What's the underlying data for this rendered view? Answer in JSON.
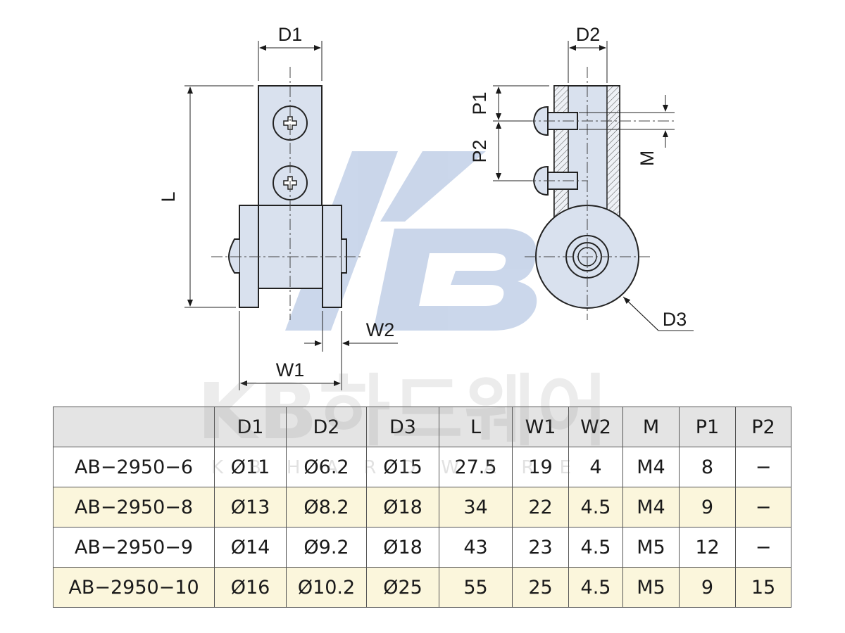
{
  "dimension_labels": {
    "d1": "D1",
    "d2": "D2",
    "d3": "D3",
    "l": "L",
    "w1": "W1",
    "w2": "W2",
    "p1": "P1",
    "p2": "P2",
    "m": "M"
  },
  "watermark": {
    "main": "KB하드웨어",
    "sub": "KBHARDWARE"
  },
  "colors": {
    "part_fill": "#d9e1ee",
    "watermark_blue": "#b9c9e4",
    "row_highlight": "#fbf6dc",
    "header_bg": "#e4e4e4"
  },
  "table": {
    "headers": [
      "",
      "D1",
      "D2",
      "D3",
      "L",
      "W1",
      "W2",
      "M",
      "P1",
      "P2"
    ],
    "rows": [
      [
        "AB−2950−6",
        "Ø11",
        "Ø6.2",
        "Ø15",
        "27.5",
        "19",
        "4",
        "M4",
        "8",
        "−"
      ],
      [
        "AB−2950−8",
        "Ø13",
        "Ø8.2",
        "Ø18",
        "34",
        "22",
        "4.5",
        "M4",
        "9",
        "−"
      ],
      [
        "AB−2950−9",
        "Ø14",
        "Ø9.2",
        "Ø18",
        "43",
        "23",
        "4.5",
        "M5",
        "12",
        "−"
      ],
      [
        "AB−2950−10",
        "Ø16",
        "Ø10.2",
        "Ø25",
        "55",
        "25",
        "4.5",
        "M5",
        "9",
        "15"
      ]
    ]
  }
}
